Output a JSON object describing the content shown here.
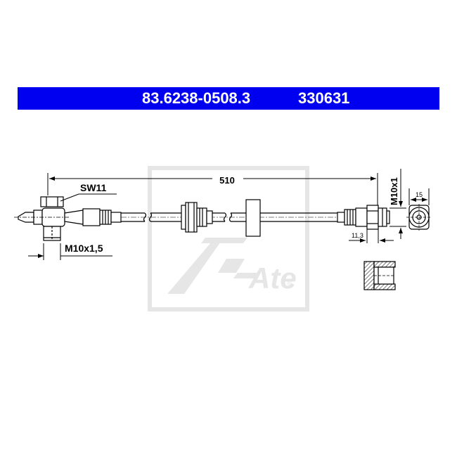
{
  "header": {
    "part_number": "83.6238-0508.3",
    "reference_number": "330631",
    "background_color": "#0000f0",
    "text_color": "#ffffff"
  },
  "drawing": {
    "overall_length": "510",
    "wrench_size": "SW11",
    "thread_left": "M10x1,5",
    "thread_right": "M10x1",
    "fitting_length": "11,3",
    "fitting_diameter": "15"
  },
  "watermark": {
    "brand": "Ate",
    "registered_mark": "®",
    "color": "#e6e6e6"
  }
}
